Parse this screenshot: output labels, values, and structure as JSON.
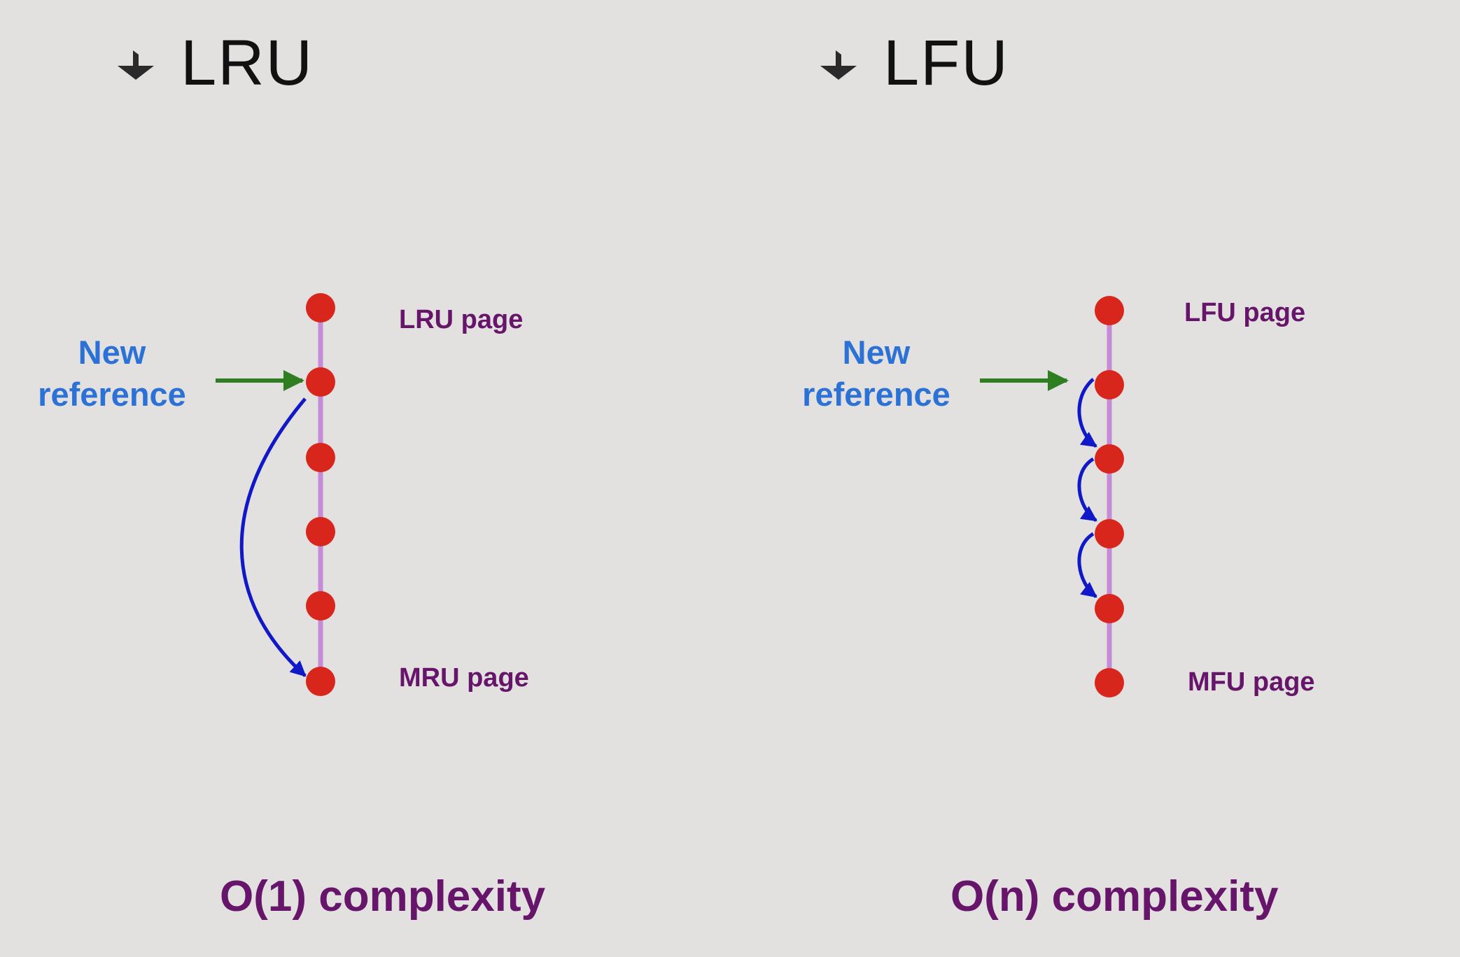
{
  "lru": {
    "heading": "LRU",
    "new_reference": [
      "New",
      "reference"
    ],
    "top_label": "LRU page",
    "bottom_label": "MRU page",
    "complexity": "O(1) complexity"
  },
  "lfu": {
    "heading": "LFU",
    "new_reference": [
      "New",
      "reference"
    ],
    "top_label": "LFU page",
    "bottom_label": "MFU page",
    "complexity": "O(n) complexity"
  },
  "colors": {
    "background": "#e2e1df",
    "node": "#d9261c",
    "list_line": "#c58ad8",
    "incoming_arrow": "#2f7f22",
    "move_arrow": "#1018c8",
    "new_reference_text": "#2c72d6",
    "label_text": "#66156b"
  },
  "icons": {
    "bullet": "arrow-bullet-icon"
  }
}
